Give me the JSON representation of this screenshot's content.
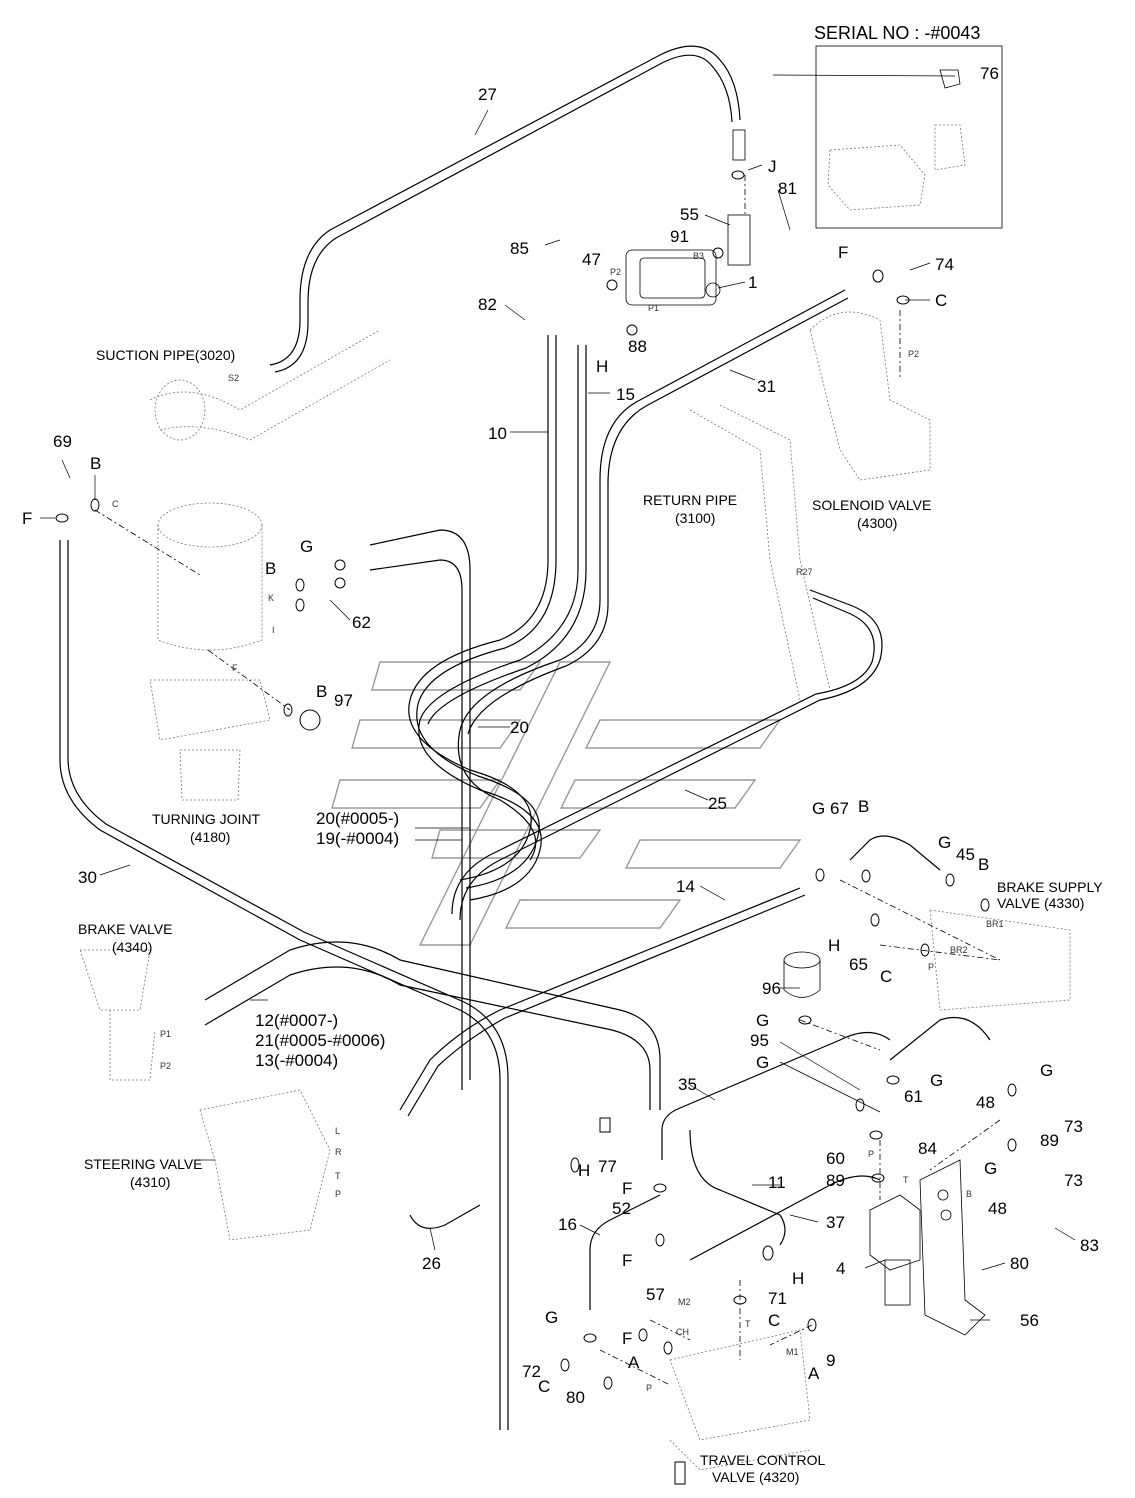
{
  "header": {
    "serial": "SERIAL NO : -#0043"
  },
  "captions": {
    "suction_pipe": "SUCTION PIPE(3020)",
    "return_pipe_1": "RETURN PIPE",
    "return_pipe_2": "(3100)",
    "solenoid_1": "SOLENOID VALVE",
    "solenoid_2": "(4300)",
    "turning_1": "TURNING JOINT",
    "turning_2": "(4180)",
    "brake_valve_1": "BRAKE VALVE",
    "brake_valve_2": "(4340)",
    "brake_supply_1": "BRAKE SUPPLY",
    "brake_supply_2": "VALVE (4330)",
    "steering_1": "STEERING VALVE",
    "steering_2": "(4310)",
    "travel_1": "TRAVEL CONTROL",
    "travel_2": "VALVE (4320)"
  },
  "variants": {
    "v20": "20(#0005-)",
    "v19": "19(-#0004)",
    "v12": "12(#0007-)",
    "v21": "21(#0005-#0006)",
    "v13": "13(-#0004)"
  },
  "callouts": [
    "27",
    "76",
    "J",
    "81",
    "55",
    "91",
    "85",
    "47",
    "1",
    "82",
    "H",
    "88",
    "F",
    "74",
    "C",
    "15",
    "31",
    "10",
    "69",
    "B",
    "F",
    "G",
    "B",
    "62",
    "B",
    "97",
    "20",
    "25",
    "30",
    "G",
    "67",
    "B",
    "G",
    "45",
    "B",
    "14",
    "H",
    "65",
    "C",
    "96",
    "G",
    "95",
    "G",
    "G",
    "35",
    "61",
    "G",
    "48",
    "73",
    "84",
    "89",
    "G",
    "73",
    "60",
    "89",
    "48",
    "77",
    "H",
    "F",
    "52",
    "11",
    "37",
    "83",
    "16",
    "F",
    "4",
    "80",
    "H",
    "71",
    "26",
    "57",
    "G",
    "C",
    "56",
    "F",
    "A",
    "A",
    "9",
    "72",
    "C",
    "80"
  ],
  "port_marks": [
    "S2",
    "C",
    "K",
    "I",
    "F",
    "P2",
    "P1",
    "B3",
    "P2",
    "R27",
    "BR2",
    "BR1",
    "P",
    "P1",
    "P2",
    "L",
    "R",
    "T",
    "P",
    "M2",
    "CH",
    "T",
    "M1",
    "P",
    "B",
    "T",
    "P"
  ]
}
